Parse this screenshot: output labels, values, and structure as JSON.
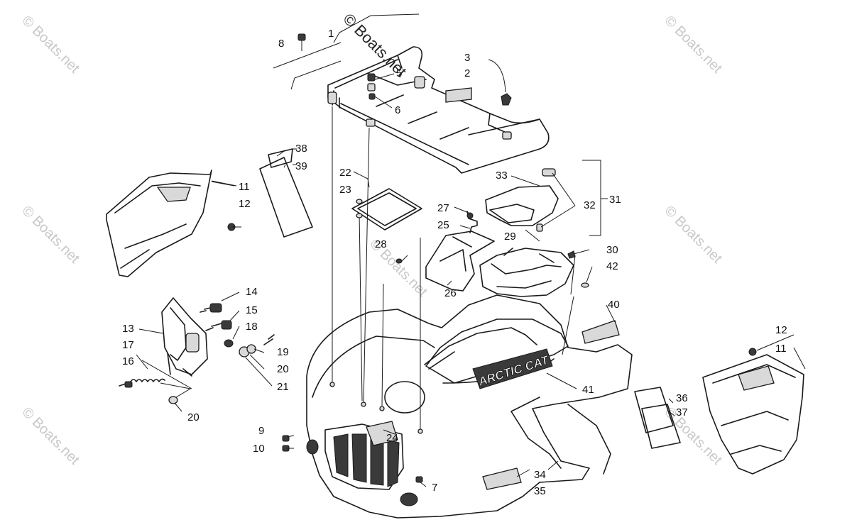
{
  "watermarks": {
    "main": "© Boats.net",
    "repeat": "© Boats.net"
  },
  "decal_text": "ARCTIC CAT",
  "callouts": [
    {
      "id": "c1",
      "text": "1"
    },
    {
      "id": "c2",
      "text": "2"
    },
    {
      "id": "c3",
      "text": "3"
    },
    {
      "id": "c5",
      "text": "5"
    },
    {
      "id": "c6",
      "text": "6"
    },
    {
      "id": "c7",
      "text": "7"
    },
    {
      "id": "c8",
      "text": "8"
    },
    {
      "id": "c9",
      "text": "9"
    },
    {
      "id": "c10",
      "text": "10"
    },
    {
      "id": "c11a",
      "text": "11"
    },
    {
      "id": "c11b",
      "text": "11"
    },
    {
      "id": "c12a",
      "text": "12"
    },
    {
      "id": "c12b",
      "text": "12"
    },
    {
      "id": "c13",
      "text": "13"
    },
    {
      "id": "c14",
      "text": "14"
    },
    {
      "id": "c15",
      "text": "15"
    },
    {
      "id": "c16",
      "text": "16"
    },
    {
      "id": "c17",
      "text": "17"
    },
    {
      "id": "c18",
      "text": "18"
    },
    {
      "id": "c19",
      "text": "19"
    },
    {
      "id": "c20a",
      "text": "20"
    },
    {
      "id": "c20b",
      "text": "20"
    },
    {
      "id": "c21",
      "text": "21"
    },
    {
      "id": "c22",
      "text": "22"
    },
    {
      "id": "c23",
      "text": "23"
    },
    {
      "id": "c24",
      "text": "24"
    },
    {
      "id": "c25",
      "text": "25"
    },
    {
      "id": "c26",
      "text": "26"
    },
    {
      "id": "c27",
      "text": "27"
    },
    {
      "id": "c28",
      "text": "28"
    },
    {
      "id": "c29",
      "text": "29"
    },
    {
      "id": "c30",
      "text": "30"
    },
    {
      "id": "c31",
      "text": "31"
    },
    {
      "id": "c32",
      "text": "32"
    },
    {
      "id": "c33",
      "text": "33"
    },
    {
      "id": "c34",
      "text": "34"
    },
    {
      "id": "c35",
      "text": "35"
    },
    {
      "id": "c36",
      "text": "36"
    },
    {
      "id": "c37",
      "text": "37"
    },
    {
      "id": "c38",
      "text": "38"
    },
    {
      "id": "c39",
      "text": "39"
    },
    {
      "id": "c40",
      "text": "40"
    },
    {
      "id": "c41",
      "text": "41"
    },
    {
      "id": "c42",
      "text": "42"
    }
  ]
}
